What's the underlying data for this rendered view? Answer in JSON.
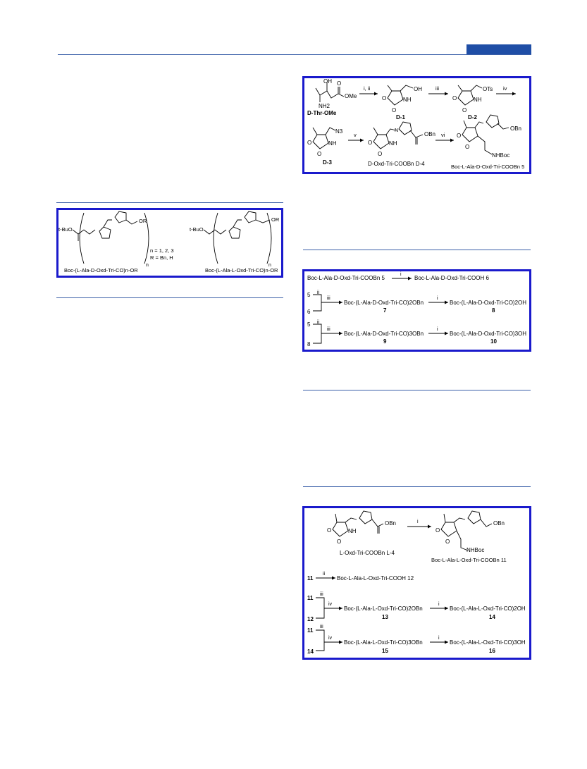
{
  "header": {
    "accent_color": "#1f4ea6",
    "rule_color": "#3a5fa8"
  },
  "box_color": "#1a1acc",
  "scheme1": {
    "start_label": "D-Thr-OMe",
    "reagents": [
      "i, ii",
      "iii",
      "iv",
      "v",
      "vi"
    ],
    "compounds": [
      {
        "id": "D-1",
        "label": "D-1"
      },
      {
        "id": "D-2",
        "label": "D-2"
      },
      {
        "id": "D-3",
        "label": "D-3"
      },
      {
        "id": "D-4",
        "label": "D-Oxd-Tri-COOBn D-4"
      },
      {
        "id": "5",
        "label": "Boc-L-Ala-D-Oxd-Tri-COOBn 5"
      }
    ],
    "atoms": {
      "oh": "OH",
      "ome": "OMe",
      "nh2": "NH2",
      "o": "O",
      "nh": "NH",
      "ots": "OTs",
      "n3": "N3",
      "obn": "OBn",
      "nhboc": "NHBoc",
      "n": "N"
    }
  },
  "figure1": {
    "left_label": "Boc-(L-Ala-D-Oxd-Tri-CO)n-OR",
    "right_label": "Boc-(L-Ala-L-Oxd-Tri-CO)n-OR",
    "n_values": "n = 1, 2, 3",
    "r_values": "R = Bn, H",
    "tbuo": "t-BuO",
    "or": "OR",
    "n_sub": "n"
  },
  "scheme2": {
    "row1": {
      "start": "Boc-L-Ala-D-Oxd-Tri-COOBn 5",
      "reagent": "i",
      "product": "Boc-L-Ala-D-Oxd-Tri-COOH 6"
    },
    "row2": {
      "top": "5",
      "bottom": "6",
      "r1": "ii",
      "r2": "iii",
      "intermediate": "Boc-(L-Ala-D-Oxd-Tri-CO)2OBn",
      "intermediate_num": "7",
      "reagent": "i",
      "product": "Boc-(L-Ala-D-Oxd-Tri-CO)2OH",
      "product_num": "8"
    },
    "row3": {
      "top": "5",
      "bottom": "8",
      "r1": "ii",
      "r2": "iii",
      "intermediate": "Boc-(L-Ala-D-Oxd-Tri-CO)3OBn",
      "intermediate_num": "9",
      "reagent": "i",
      "product": "Boc-(L-Ala-D-Oxd-Tri-CO)3OH",
      "product_num": "10"
    }
  },
  "scheme3": {
    "start_label": "L-Oxd-Tri-COOBn L-4",
    "reagent1": "i",
    "product_label": "Boc-L-Ala-L-Oxd-Tri-COOBn 11",
    "row1": {
      "start": "11",
      "reagent": "ii",
      "product": "Boc-L-Ala-L-Oxd-Tri-COOH 12"
    },
    "row2": {
      "top": "11",
      "bottom": "12",
      "r1": "iii",
      "r2": "iv",
      "intermediate": "Boc-(L-Ala-L-Oxd-Tri-CO)2OBn",
      "intermediate_num": "13",
      "reagent": "i",
      "product": "Boc-(L-Ala-L-Oxd-Tri-CO)2OH",
      "product_num": "14"
    },
    "row3": {
      "top": "11",
      "bottom": "14",
      "r1": "iii",
      "r2": "iv",
      "intermediate": "Boc-(L-Ala-L-Oxd-Tri-CO)3OBn",
      "intermediate_num": "15",
      "reagent": "i",
      "product": "Boc-(L-Ala-L-Oxd-Tri-CO)3OH",
      "product_num": "16"
    }
  }
}
